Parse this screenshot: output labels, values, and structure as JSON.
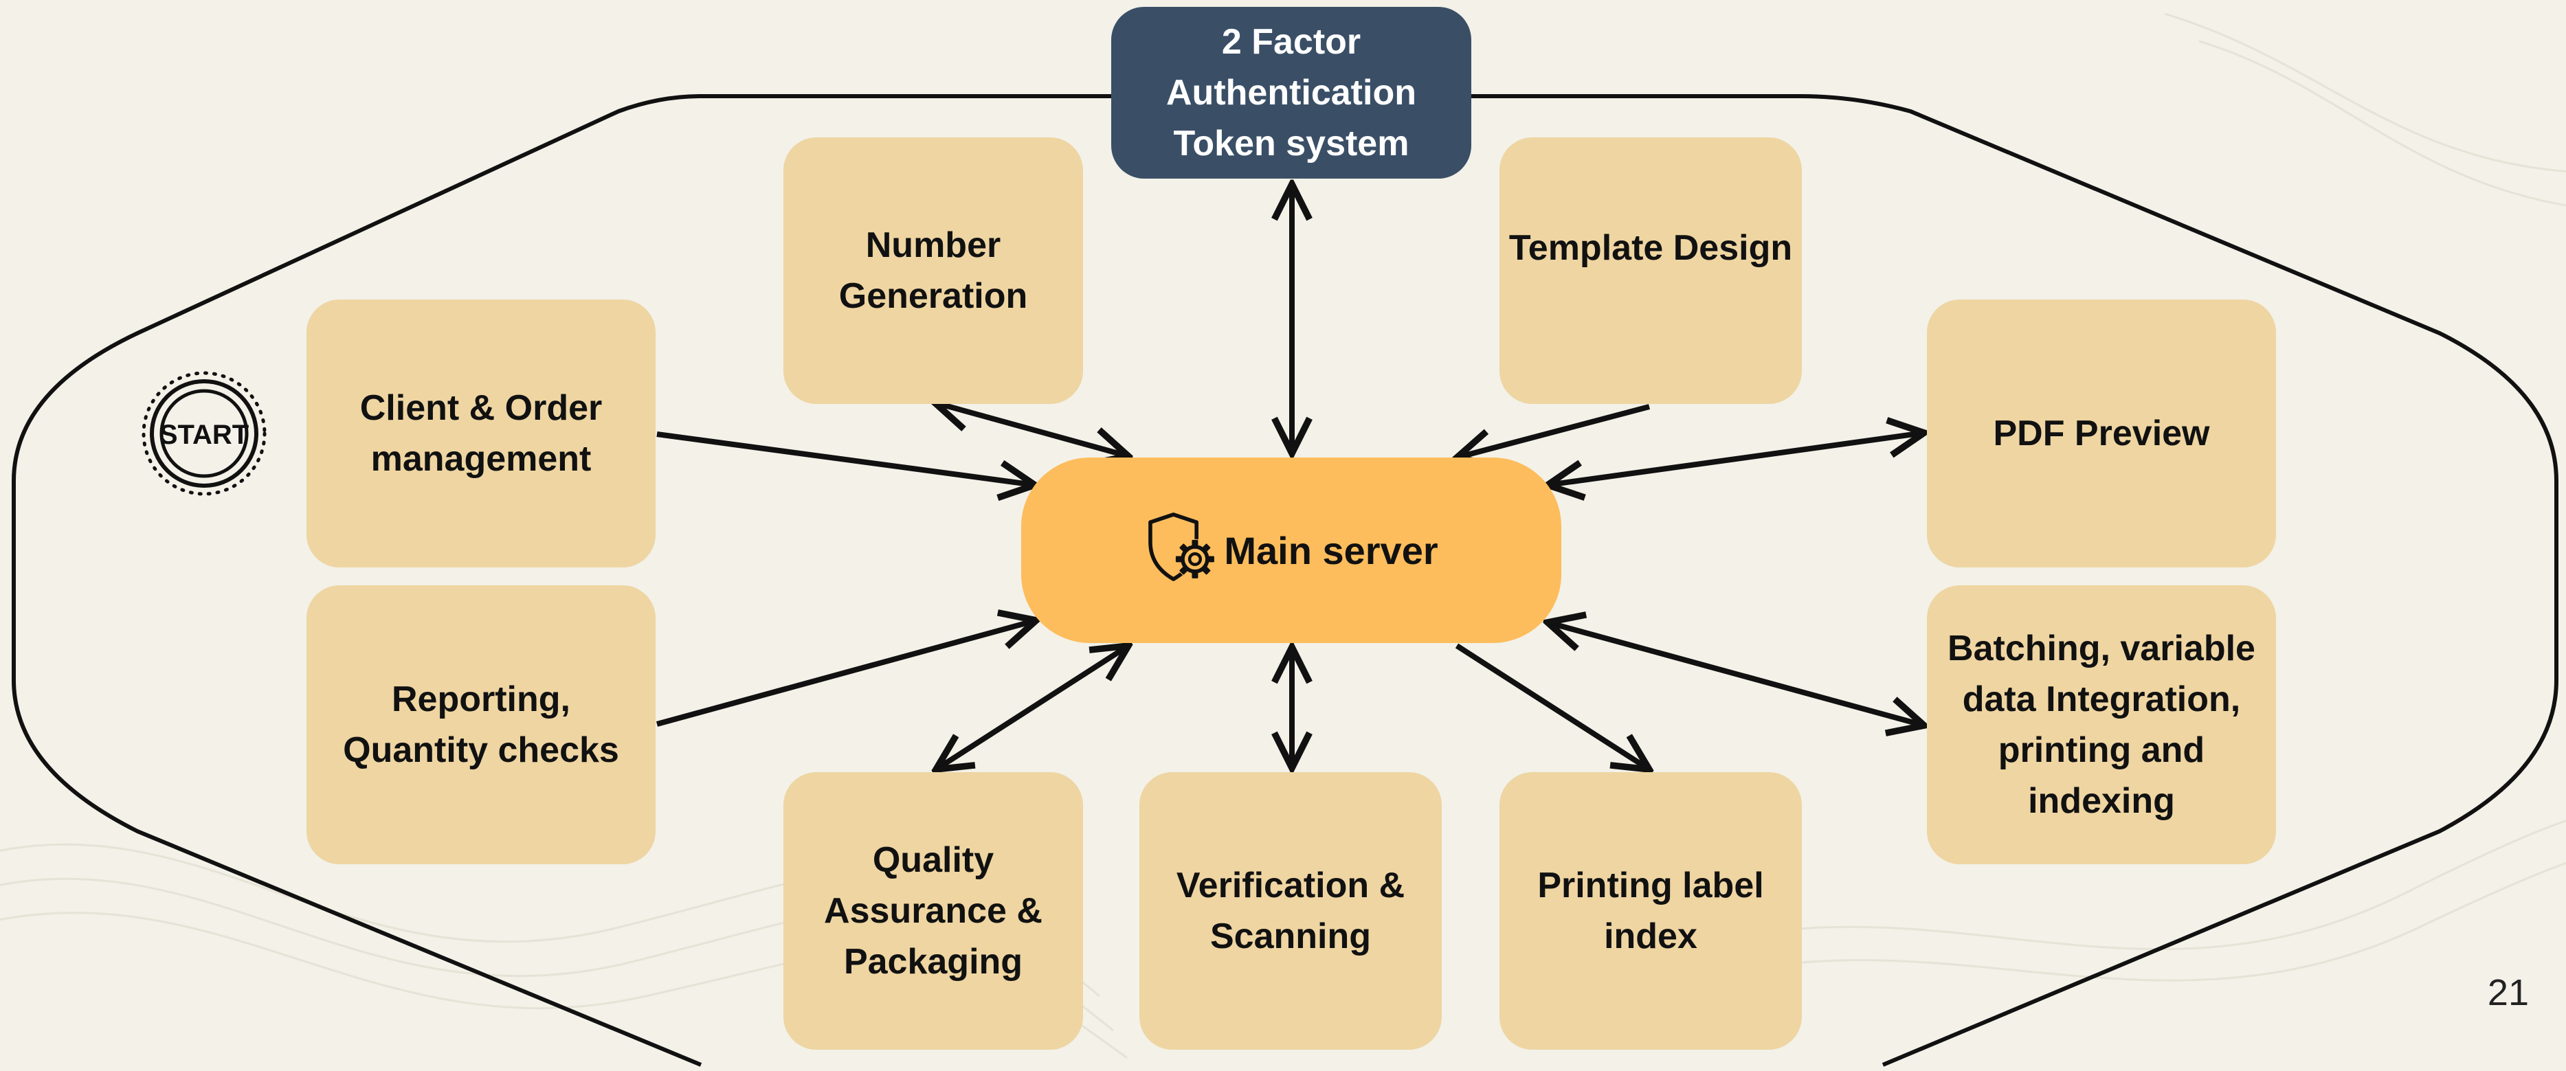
{
  "diagram": {
    "auth": {
      "label": "2 Factor Authentication Token system"
    },
    "server": {
      "label": "Main server",
      "icon": "shield-gear-icon"
    },
    "start": {
      "label": "START"
    },
    "nodes": {
      "number_generation": "Number Generation",
      "template_design": "Template Design",
      "client_order": "Client & Order management",
      "pdf_preview": "PDF Preview",
      "reporting": "Reporting, Quantity checks",
      "batching": "Batching, variable data Integration, printing and indexing",
      "quality": "Quality Assurance & Packaging",
      "verification": "Verification & Scanning",
      "printing_label": "Printing label index"
    }
  },
  "page_number": "21",
  "colors": {
    "background": "#f3f1e8",
    "node_fill": "#eed5a2",
    "server_fill": "#fdbd5c",
    "auth_fill": "#3a4f66",
    "line": "#111111"
  }
}
